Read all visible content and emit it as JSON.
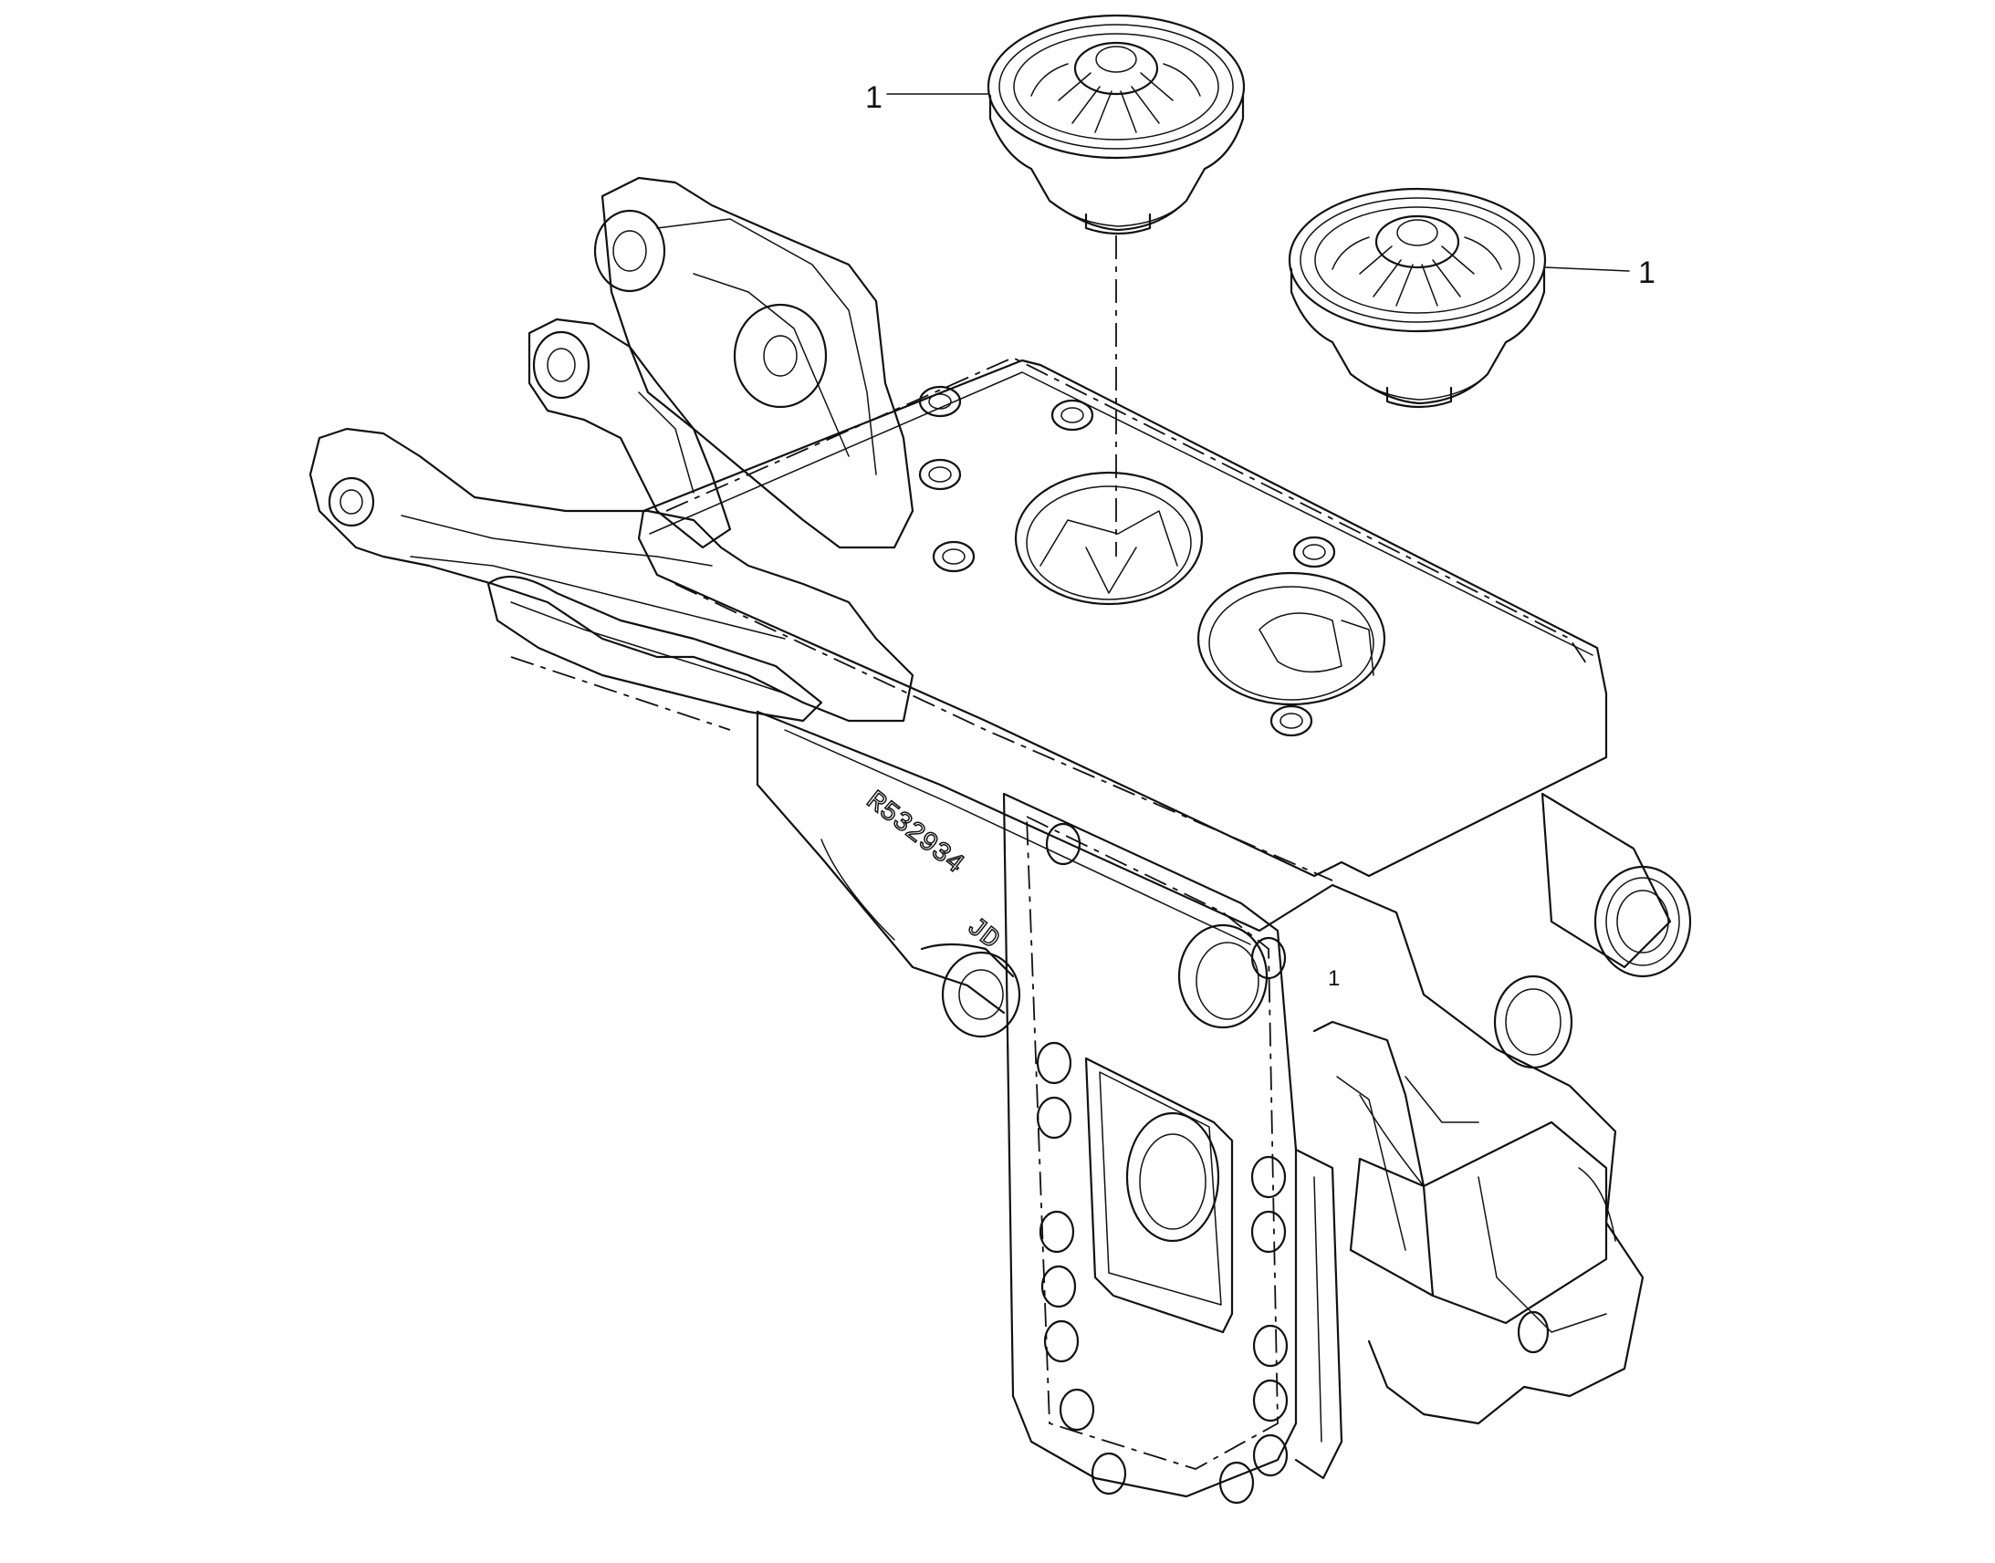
{
  "callouts": [
    {
      "id": "thermostat-top",
      "text": "1"
    },
    {
      "id": "thermostat-right",
      "text": "1"
    }
  ],
  "part_stamp": "R532934",
  "maker_stamp": "JD",
  "side_marks": [
    "1"
  ]
}
